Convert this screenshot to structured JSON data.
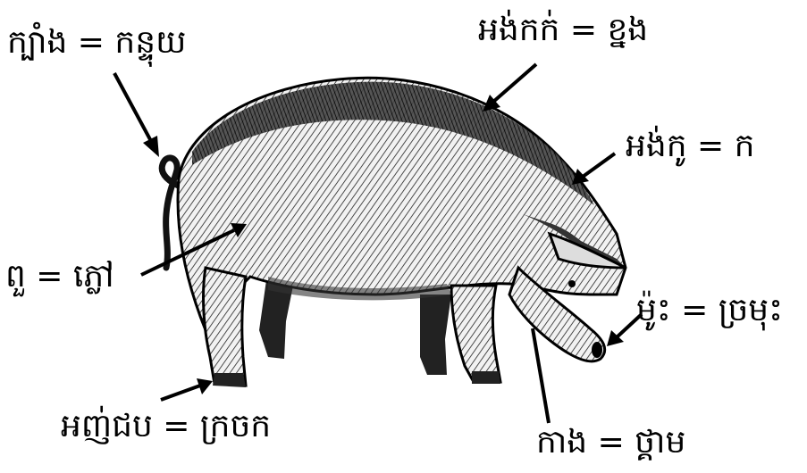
{
  "labels": {
    "tail": "ក្បាំង = កន្ទុយ",
    "back": "អង់កក់ = ខ្នង",
    "neck": "អង់កូ = ក",
    "hair": "ពួ = ភ្លៅ",
    "snout": "ម៉ូះ = ច្រមុះ",
    "hoof": "អញ់ជប = ក្រចក",
    "cheek": "កាង = ថ្គាម"
  },
  "colors": {
    "ink": "#000000",
    "background": "#ffffff",
    "body_light": "#e8e8e8",
    "body_dark": "#1a1a1a"
  }
}
